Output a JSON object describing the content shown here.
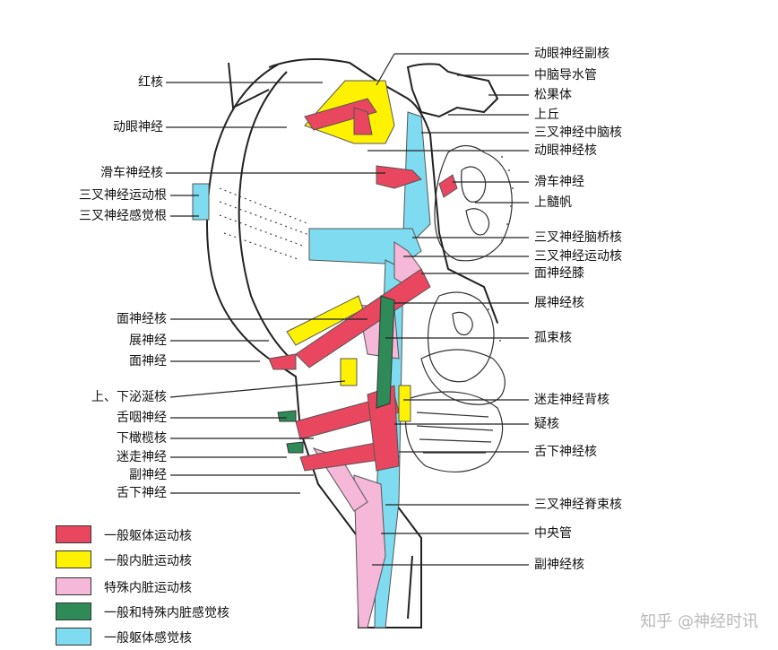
{
  "labels_left": [
    "红核",
    "动眼神经",
    "滑车神经核",
    "三叉神经运动根",
    "三叉神经感觉根",
    "面神经核",
    "展神经",
    "面神经",
    "上、下泌涎核",
    "舌咽神经",
    "下橄榄核",
    "迷走神经",
    "副神经",
    "舌下神经"
  ],
  "labels_right": [
    "动眼神经副核",
    "中脑导水管",
    "松果体",
    "上丘",
    "三叉神经中脑核",
    "动眼神经核",
    "滑车神经",
    "上髓帆",
    "三叉神经脑桥核",
    "三叉神经运动核",
    "面神经膝",
    "展神经核",
    "孤束核",
    "迷走神经背核",
    "疑核",
    "舌下神经核",
    "三叉神经脊束核",
    "中央管",
    "副神经核"
  ],
  "legend": [
    {
      "label": "一般躯体运动核",
      "color": "#e8475f"
    },
    {
      "label": "一般内脏运动核",
      "color": "#fff200"
    },
    {
      "label": "特殊内脏运动核",
      "color": "#f6b8d8"
    },
    {
      "label": "一般和特殊内脏感觉核",
      "color": "#2e8b57"
    },
    {
      "label": "一般躯体感觉核",
      "color": "#7fdcf0"
    }
  ],
  "watermark": "知乎 @神经时讯"
}
